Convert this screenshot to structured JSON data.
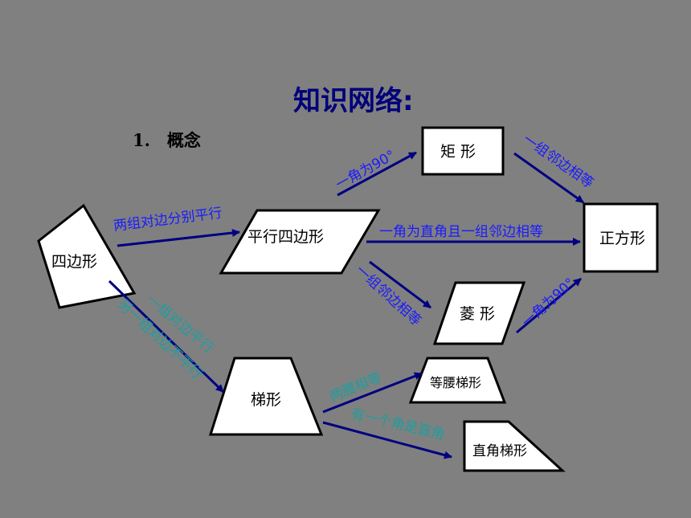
{
  "title": "知识网络:",
  "subtitle": "1.　概念",
  "colors": {
    "background": "#808080",
    "arrow": "#000080",
    "edge_label": "#1a1aff",
    "edge_label_faded": "#1e9e9e"
  },
  "nodes": {
    "quadrilateral": "四边形",
    "parallelogram": "平行四边形",
    "rectangle": "矩 形",
    "square": "正方形",
    "rhombus": "菱 形",
    "trapezoid": "梯形",
    "isosceles_trapezoid": "等腰梯形",
    "right_trapezoid": "直角梯形"
  },
  "edges": {
    "quad_to_para": "两组对边分别平行",
    "para_to_rect": "一角为90°",
    "rect_to_square": "一组邻边相等",
    "para_to_square": "一角为直角且一组邻边相等",
    "para_to_rhombus": "一组邻边相等",
    "rhombus_to_square": "一角为90°",
    "quad_to_trap_1": "一组对边平行",
    "quad_to_trap_2": "另一组对边不平行",
    "trap_to_iso": "两腰相等",
    "trap_to_right": "有一个角是直角"
  }
}
